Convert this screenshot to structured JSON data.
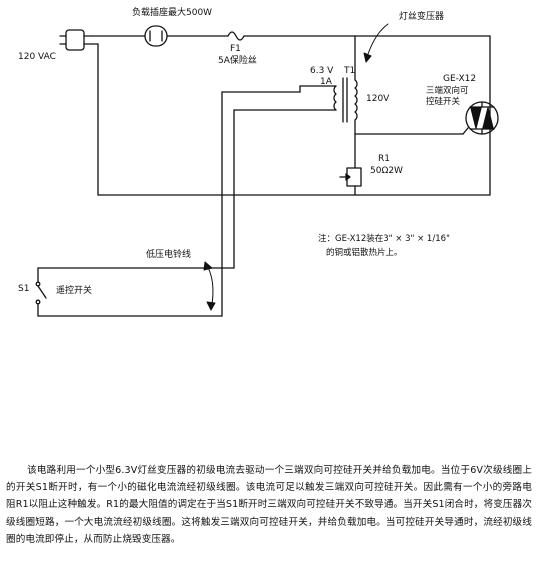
{
  "labels": {
    "outlet": "负载插座最大500W",
    "fuse_ref": "F1",
    "fuse_spec": "5A保险丝",
    "lamp_transformer": "灯丝变压器",
    "voltage_in": "120 VAC",
    "secondary_v": "6.3 V",
    "secondary_i": "1A",
    "transformer_ref": "T1",
    "primary_v": "120V",
    "triac_part": "GE-X12",
    "triac_desc_1": "三端双向可",
    "triac_desc_2": "控硅开关",
    "resistor_ref": "R1",
    "resistor_spec": "50Ω2W",
    "bell_wire": "低压电铃线",
    "switch_ref": "S1",
    "switch_desc": "遥控开关"
  },
  "note": {
    "line1": "注：GE-X12装在3\" × 3\" × 1/16\"",
    "line2": "的铜或铝散热片上。"
  },
  "description": {
    "paragraph": "该电路利用一个小型6.3V灯丝变压器的初级电流去驱动一个三端双向可控硅开关并给负载加电。当位于6V次级线圈上的开关S1断开时，有一个小的磁化电流流经初级线圈。该电流可足以触发三端双向可控硅开关。因此需有一个小的旁路电阻R1以阻止这种触发。R1的最大阻值的调定在于当S1断开时三端双向可控硅开关不致导通。当开关S1闭合时，将变压器次级线圈短路，一个大电流流经初级线圈。这将触发三端双向可控硅开关，并给负载加电。当可控硅开关导通时，流经初级线圈的电流即停止，从而防止烧毁变压器。"
  },
  "colors": {
    "ink": "#111111",
    "paper": "#ffffff"
  }
}
